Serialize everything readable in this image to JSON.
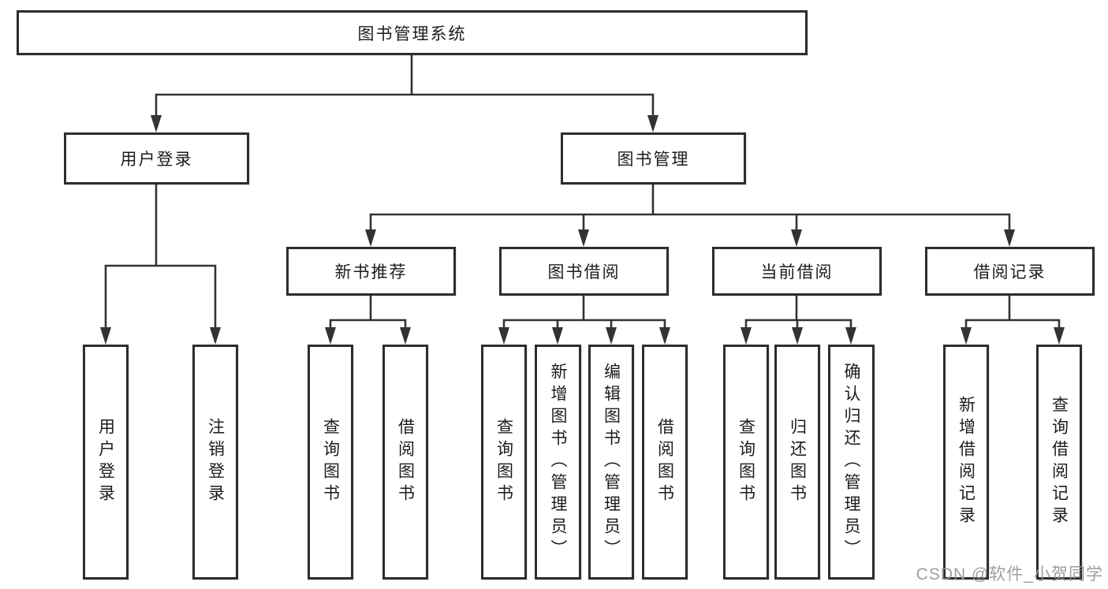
{
  "diagram_type": "hierarchy-tree",
  "colors": {
    "background": "#ffffff",
    "box_border": "#2d2d2d",
    "connector_line": "#333333",
    "text": "#1c1c1c",
    "watermark": "#969696"
  },
  "tree": {
    "label": "图书管理系统",
    "children": [
      {
        "label": "用户登录",
        "children": [
          {
            "label": "用户登录"
          },
          {
            "label": "注销登录"
          }
        ]
      },
      {
        "label": "图书管理",
        "children": [
          {
            "label": "新书推荐",
            "children": [
              {
                "label": "查询图书"
              },
              {
                "label": "借阅图书"
              }
            ]
          },
          {
            "label": "图书借阅",
            "children": [
              {
                "label": "查询图书"
              },
              {
                "label": "新增图书（管理员）"
              },
              {
                "label": "编辑图书（管理员）"
              },
              {
                "label": "借阅图书"
              }
            ]
          },
          {
            "label": "当前借阅",
            "children": [
              {
                "label": "查询图书"
              },
              {
                "label": "归还图书"
              },
              {
                "label": "确认归还（管理员）"
              }
            ]
          },
          {
            "label": "借阅记录",
            "children": [
              {
                "label": "新增借阅记录"
              },
              {
                "label": "查询借阅记录"
              }
            ]
          }
        ]
      }
    ]
  },
  "watermark": {
    "text": "CSDN @软件_小贺同学"
  }
}
